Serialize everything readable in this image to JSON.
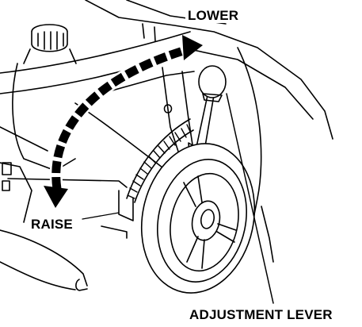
{
  "labels": {
    "lower": "LOWER",
    "raise": "RAISE",
    "adjustment_lever": "ADJUSTMENT LEVER"
  },
  "colors": {
    "ink": "#000000",
    "paper": "#ffffff"
  }
}
